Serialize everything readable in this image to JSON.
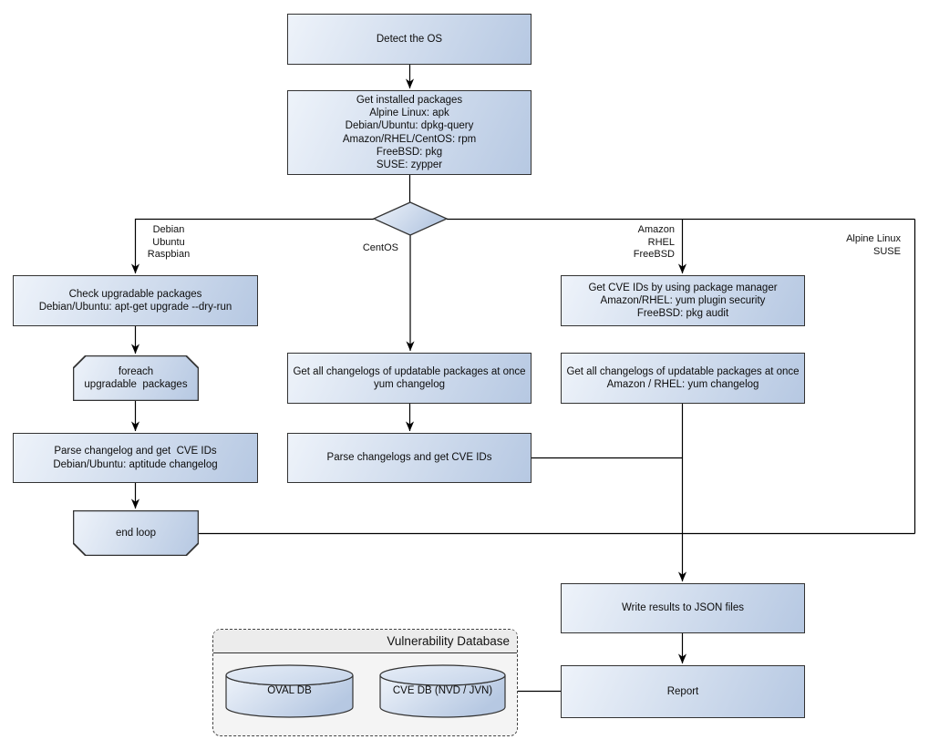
{
  "nodes": {
    "detect_os": {
      "lines": [
        "Detect the OS"
      ]
    },
    "get_installed_packages": {
      "lines": [
        "Get installed packages",
        "Alpine Linux: apk",
        "Debian/Ubuntu: dpkg-query",
        "Amazon/RHEL/CentOS: rpm",
        "FreeBSD: pkg",
        "SUSE: zypper"
      ]
    },
    "check_upgradable": {
      "lines": [
        "Check upgradable packages",
        "Debian/Ubuntu: apt-get upgrade --dry-run"
      ]
    },
    "foreach_loop": {
      "lines": [
        "foreach",
        "upgradable  packages"
      ]
    },
    "parse_changelog_deb": {
      "lines": [
        "Parse changelog and get  CVE IDs",
        "Debian/Ubuntu: aptitude changelog"
      ]
    },
    "end_loop": {
      "lines": [
        "end loop"
      ]
    },
    "changelogs_centos": {
      "lines": [
        "Get all changelogs of updatable packages at once",
        "yum changelog"
      ]
    },
    "parse_changelogs_centos": {
      "lines": [
        "Parse changelogs and get CVE IDs"
      ]
    },
    "get_cve_ids_pkg_mgr": {
      "lines": [
        "Get CVE IDs by using package manager",
        "Amazon/RHEL: yum plugin security",
        "FreeBSD: pkg audit"
      ]
    },
    "changelogs_amazon": {
      "lines": [
        "Get all changelogs of updatable packages at once",
        "Amazon / RHEL: yum changelog"
      ]
    },
    "write_results": {
      "lines": [
        "Write results to JSON files"
      ]
    },
    "report": {
      "lines": [
        "Report"
      ]
    }
  },
  "edge_labels": {
    "debian_branch": [
      "Debian",
      "Ubuntu",
      "Raspbian"
    ],
    "centos_branch": [
      "CentOS"
    ],
    "amazon_branch": [
      "Amazon",
      "RHEL",
      "FreeBSD"
    ],
    "alpine_branch": [
      "Alpine Linux",
      "SUSE"
    ]
  },
  "database": {
    "title": "Vulnerability Database",
    "cylinders": [
      {
        "label": "OVAL DB"
      },
      {
        "label": "CVE DB (NVD / JVN)"
      }
    ]
  },
  "colors": {
    "node_gradient_start": "#eef3fa",
    "node_gradient_end": "#b6c8e2",
    "node_border": "#333333",
    "connector": "#000000",
    "db_container_fill": "#f4f4f4",
    "db_header_fill": "#ececec",
    "background": "#ffffff"
  }
}
